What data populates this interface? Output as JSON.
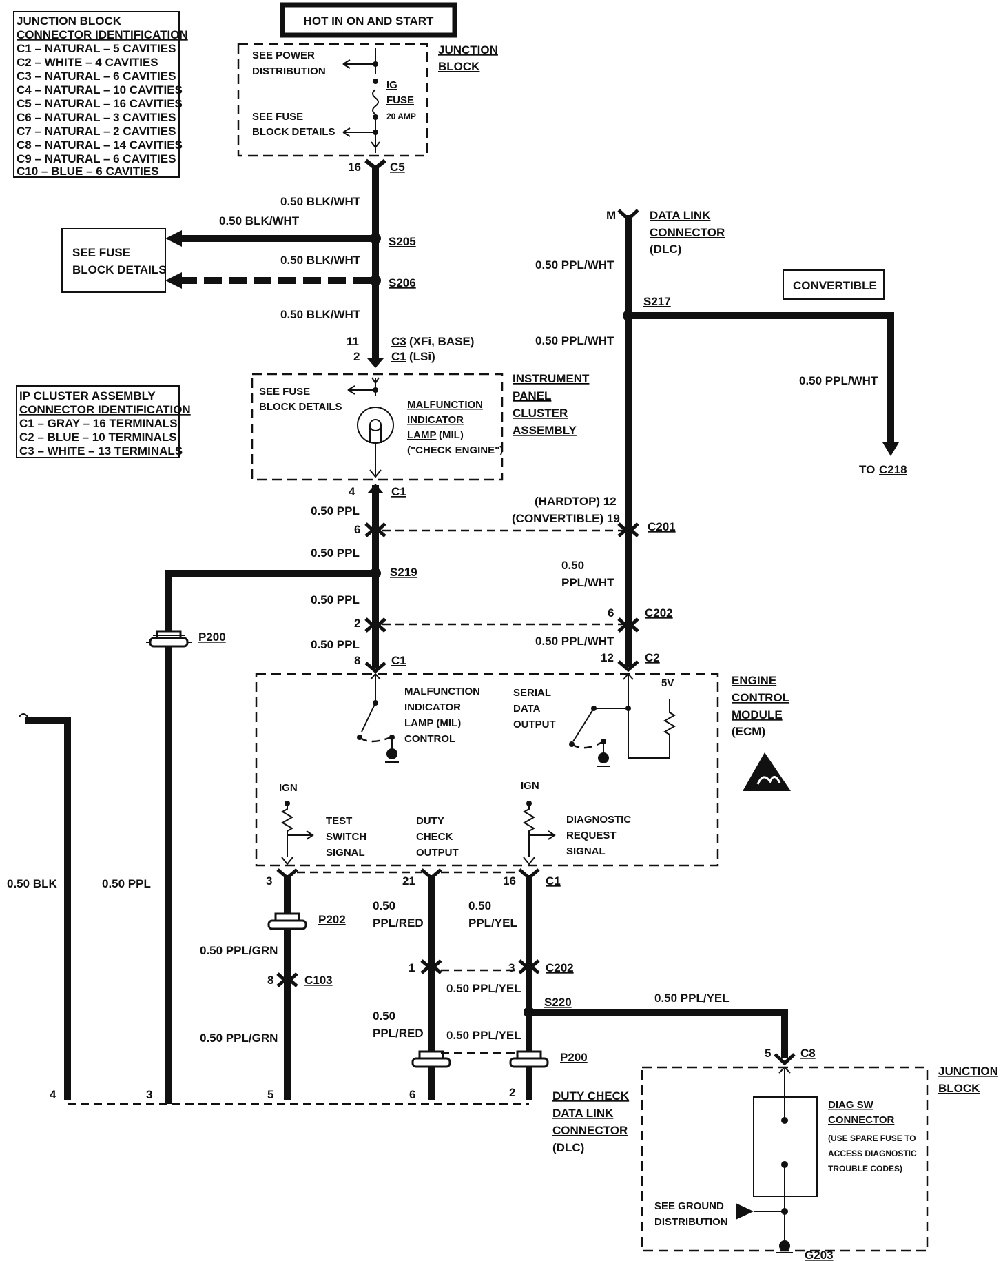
{
  "header": {
    "title": "HOT IN ON AND START"
  },
  "junction_block_table": {
    "title_line1": "JUNCTION BLOCK",
    "title_line2": "CONNECTOR IDENTIFICATION",
    "rows": [
      "C1 – NATURAL – 5 CAVITIES",
      "C2 – WHITE – 4 CAVITIES",
      "C3 – NATURAL – 6 CAVITIES",
      "C4 – NATURAL – 10 CAVITIES",
      "C5 – NATURAL – 16 CAVITIES",
      "C6 – NATURAL – 3 CAVITIES",
      "C7 – NATURAL – 2 CAVITIES",
      "C8 – NATURAL – 14 CAVITIES",
      "C9 – NATURAL – 6 CAVITIES",
      "C10 – BLUE – 6 CAVITIES"
    ]
  },
  "ip_cluster_table": {
    "title_line1": "IP CLUSTER ASSEMBLY",
    "title_line2": "CONNECTOR IDENTIFICATION",
    "rows": [
      "C1 – GRAY – 16 TERMINALS",
      "C2 – BLUE – 10 TERMINALS",
      "C3 – WHITE – 13 TERMINALS"
    ]
  },
  "junction_block_top": {
    "label_line1": "JUNCTION",
    "label_line2": "BLOCK",
    "see_power_1": "SEE POWER",
    "see_power_2": "DISTRIBUTION",
    "see_fuse_1": "SEE FUSE",
    "see_fuse_2": "BLOCK DETAILS",
    "fuse_name_1": "IG",
    "fuse_name_2": "FUSE",
    "fuse_rating": "20 AMP",
    "pin": "16",
    "connector": "C5"
  },
  "left_feed": {
    "wire_a": "0.50 BLK/WHT",
    "wire_b": "0.50 BLK/WHT",
    "wire_c": "0.50 BLK/WHT",
    "wire_d": "0.50 BLK/WHT",
    "splice_1": "S205",
    "splice_2": "S206",
    "fuse_box_1": "SEE FUSE",
    "fuse_box_2": "BLOCK DETAILS"
  },
  "cluster_entry": {
    "pin_a": "11",
    "conn_a": "C3",
    "conn_a_note": "(XFi, BASE)",
    "pin_b": "2",
    "conn_b": "C1",
    "conn_b_note": "(LSi)"
  },
  "instrument_cluster": {
    "label": [
      "INSTRUMENT",
      "PANEL",
      "CLUSTER",
      "ASSEMBLY"
    ],
    "see_fuse_1": "SEE FUSE",
    "see_fuse_2": "BLOCK DETAILS",
    "mil_1": "MALFUNCTION",
    "mil_2": "INDICATOR",
    "mil_3": "LAMP",
    "mil_3b": "(MIL)",
    "mil_4": "(\"CHECK ENGINE\")"
  },
  "ppl_circuit": {
    "pin_c1": "4",
    "conn_c1": "C1",
    "wire_1": "0.50 PPL",
    "pin_c201": "6",
    "wire_2": "0.50 PPL",
    "splice": "S219",
    "wire_3": "0.50 PPL",
    "pin_c202": "2",
    "wire_4": "0.50 PPL",
    "pin_ecm": "8",
    "conn_ecm": "C1"
  },
  "dlc_top": {
    "label_1": "DATA LINK",
    "label_2": "CONNECTOR",
    "label_3": "(DLC)",
    "pin": "M",
    "wire_1": "0.50 PPL/WHT",
    "splice": "S217",
    "wire_2": "0.50 PPL/WHT",
    "convertible": "CONVERTIBLE",
    "conv_wire": "0.50 PPL/WHT",
    "to": "TO",
    "to_conn": "C218",
    "hardtop": "(HARDTOP) 12",
    "conv_pin": "(CONVERTIBLE) 19",
    "c201": "C201",
    "wire_3a": "0.50",
    "wire_3b": "PPL/WHT",
    "pin_c202": "6",
    "c202": "C202",
    "wire_4": "0.50 PPL/WHT",
    "pin_ecm": "12",
    "conn_ecm": "C2"
  },
  "ecm": {
    "label": [
      "ENGINE",
      "CONTROL",
      "MODULE",
      "(ECM)"
    ],
    "mil_ctrl": [
      "MALFUNCTION",
      "INDICATOR",
      "LAMP (MIL)",
      "CONTROL"
    ],
    "serial": [
      "SERIAL",
      "DATA",
      "OUTPUT"
    ],
    "vref": "5V",
    "ign_1": "IGN",
    "ign_2": "IGN",
    "test": [
      "TEST",
      "SWITCH",
      "SIGNAL"
    ],
    "duty": [
      "DUTY",
      "CHECK",
      "OUTPUT"
    ],
    "diag": [
      "DIAGNOSTIC",
      "REQUEST",
      "SIGNAL"
    ]
  },
  "bottom": {
    "pin_3": "3",
    "pin_21": "21",
    "pin_16": "16",
    "conn_c1": "C1",
    "blk_wire": "0.50 BLK",
    "ppl_wire": "0.50 PPL",
    "p202": "P202",
    "grn_1": "0.50 PPL/GRN",
    "pin_8": "8",
    "c103": "C103",
    "grn_2": "0.50 PPL/GRN",
    "p200_top": "P200",
    "red_1a": "0.50",
    "red_1b": "PPL/RED",
    "yel_1a": "0.50",
    "yel_1b": "PPL/YEL",
    "pin_1": "1",
    "pin_3b": "3",
    "c202": "C202",
    "yel_2": "0.50 PPL/YEL",
    "s220": "S220",
    "yel_3": "0.50 PPL/YEL",
    "red_2a": "0.50",
    "red_2b": "PPL/RED",
    "yel_4": "0.50 PPL/YEL",
    "p200_bot": "P200",
    "dlc_pins": [
      "4",
      "3",
      "5",
      "6",
      "2"
    ],
    "dlc_label": [
      "DUTY CHECK",
      "DATA LINK",
      "CONNECTOR",
      "(DLC)"
    ]
  },
  "junction_block_bottom": {
    "label_1": "JUNCTION",
    "label_2": "BLOCK",
    "pin": "5",
    "conn": "C8",
    "diag_1": "DIAG SW",
    "diag_2": "CONNECTOR",
    "note_1": "(USE SPARE FUSE TO",
    "note_2": "ACCESS DIAGNOSTIC",
    "note_3": "TROUBLE CODES)",
    "ground_1": "SEE GROUND",
    "ground_2": "DISTRIBUTION",
    "g203": "G203"
  }
}
